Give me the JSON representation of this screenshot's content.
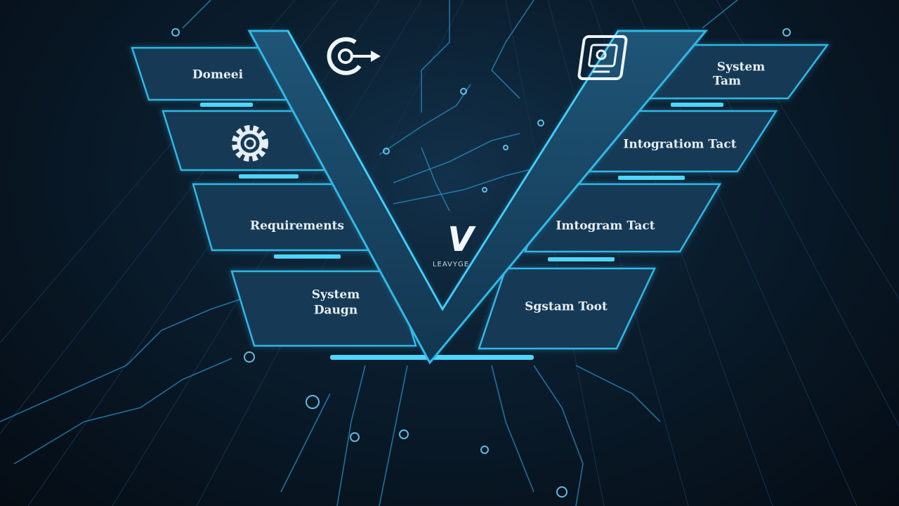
{
  "diagram": {
    "left_panels": [
      {
        "id": "domain",
        "lines": [
          "Domeei"
        ]
      },
      {
        "id": "gear",
        "lines": [],
        "icon": "gear-icon"
      },
      {
        "id": "requirements",
        "lines": [
          "Requirements"
        ]
      },
      {
        "id": "system-design",
        "lines": [
          "System",
          "Daugn"
        ]
      }
    ],
    "right_panels": [
      {
        "id": "system-test-top",
        "lines": [
          "System",
          "Tam"
        ]
      },
      {
        "id": "integration-test",
        "lines": [
          "Intogratiom Tact"
        ]
      },
      {
        "id": "integration-test-2",
        "lines": [
          "Imtogram Tact"
        ]
      },
      {
        "id": "system-test",
        "lines": [
          "Sgstam Toot"
        ]
      }
    ],
    "center_logo": "V",
    "center_caption": "LEAVYGE",
    "icons": [
      "c-arrow-icon",
      "document-device-icon",
      "gear-icon"
    ],
    "colors": {
      "accent": "#2fb8e8",
      "panel": "#163a55",
      "v_shape": "#1a4668",
      "background": "#0a1c2c"
    }
  }
}
